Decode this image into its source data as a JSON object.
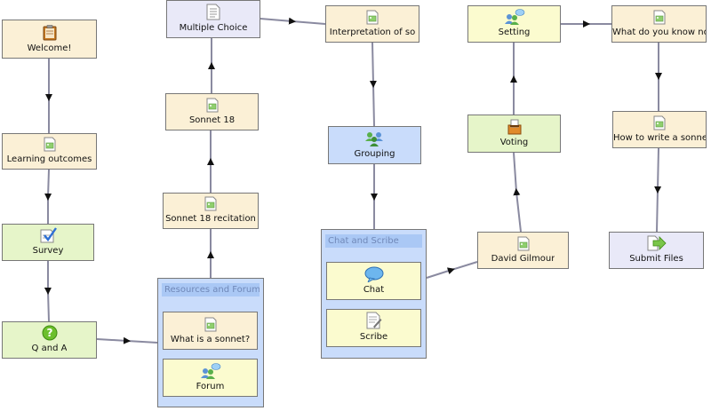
{
  "colors": {
    "info": "#fbf0d6",
    "assessment": "#e6f5c9",
    "collaboration": "#fbfbcf",
    "system": "#e9e9f8",
    "grouping": "#c9dcfb",
    "connector": "#8a8aa0"
  },
  "activities": {
    "welcome": {
      "label": "Welcome!",
      "icon": "clipboard-icon"
    },
    "learning": {
      "label": "Learning outcomes",
      "icon": "document-image-icon"
    },
    "survey": {
      "label": "Survey",
      "icon": "survey-checkmark-icon"
    },
    "qa": {
      "label": "Q and A",
      "icon": "question-icon"
    },
    "sonnet_recitation": {
      "label": "Sonnet 18 recitation",
      "icon": "document-image-icon"
    },
    "sonnet18": {
      "label": "Sonnet 18",
      "icon": "document-image-icon"
    },
    "mc": {
      "label": "Multiple Choice",
      "icon": "document-list-icon"
    },
    "interp": {
      "label": "Interpretation of so",
      "icon": "document-image-icon"
    },
    "grouping": {
      "label": "Grouping",
      "icon": "group-people-icon"
    },
    "voting": {
      "label": "Voting",
      "icon": "ballot-box-icon"
    },
    "setting": {
      "label": "Setting",
      "icon": "people-chat-icon"
    },
    "gilmour": {
      "label": "David Gilmour",
      "icon": "document-image-icon"
    },
    "wdykn": {
      "label": "What do you know now?",
      "icon": "document-image-icon"
    },
    "howto": {
      "label": "How to write a sonne",
      "icon": "document-image-icon"
    },
    "submit": {
      "label": "Submit Files",
      "icon": "submit-arrow-icon"
    },
    "sonnet_what": {
      "label": "What is a sonnet?",
      "icon": "document-image-icon"
    },
    "forum": {
      "label": "Forum",
      "icon": "people-chat-icon"
    },
    "chat": {
      "label": "Chat",
      "icon": "speech-bubble-icon"
    },
    "scribe": {
      "label": "Scribe",
      "icon": "document-pencil-icon"
    }
  },
  "containers": {
    "resources": {
      "title": "Resources and Forum"
    },
    "chatscribe": {
      "title": "Chat and Scribe"
    }
  }
}
